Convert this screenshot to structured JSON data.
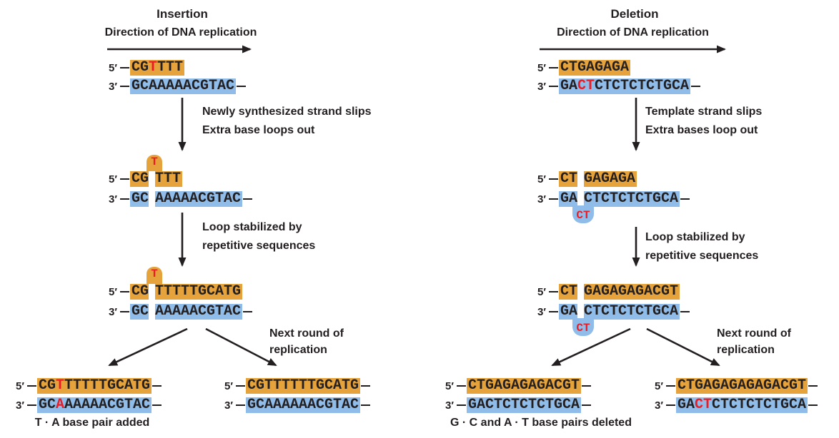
{
  "colors": {
    "orange": "#E6A33C",
    "blue": "#8FBCE8",
    "red": "#EC1C24",
    "ink": "#231F20"
  },
  "insertion": {
    "title": "Insertion",
    "direction": "Direction of DNA replication",
    "step1": {
      "top": {
        "end": "5′",
        "strand": "orange",
        "seq": "CGtTTT",
        "dashRight": false
      },
      "bottom": {
        "end": "3′",
        "strand": "blue",
        "seq": "GCAAAAACGTAC",
        "dashRight": true
      }
    },
    "arrow1": [
      "Newly synthesized strand slips",
      "Extra base loops out"
    ],
    "step2": {
      "loop": "T",
      "top": {
        "end": "5′",
        "strand": "orange",
        "seq": "CG TTT",
        "dashRight": false
      },
      "bottom": {
        "end": "3′",
        "strand": "blue",
        "seq": "GC AAAAACGTAC",
        "dashRight": true
      }
    },
    "arrow2": [
      "Loop stabilized by",
      "repetitive sequences"
    ],
    "step3": {
      "loop": "T",
      "top": {
        "end": "5′",
        "strand": "orange",
        "seq": "CG TTTTTGCATG",
        "dashRight": false
      },
      "bottom": {
        "end": "3′",
        "strand": "blue",
        "seq": "GC AAAAACGTAC",
        "dashRight": true
      }
    },
    "branch": [
      "Next round of",
      "replication"
    ],
    "product_left": {
      "top": {
        "end": "5′",
        "strand": "orange",
        "seq": "CGtTTTTTGCATG",
        "dashRight": true
      },
      "bottom": {
        "end": "3′",
        "strand": "blue",
        "seq": "GCaAAAAACGTAC",
        "dashRight": true
      }
    },
    "product_right": {
      "top": {
        "end": "5′",
        "strand": "orange",
        "seq": "CGTTTTTTGCATG",
        "dashRight": true
      },
      "bottom": {
        "end": "3′",
        "strand": "blue",
        "seq": "GCAAAAAACGTAC",
        "dashRight": true
      }
    },
    "caption": "T · A base pair added"
  },
  "deletion": {
    "title": "Deletion",
    "direction": "Direction of DNA replication",
    "step1": {
      "top": {
        "end": "5′",
        "strand": "orange",
        "seq": "CTGAGAGA",
        "dashRight": false
      },
      "bottom": {
        "end": "3′",
        "strand": "blue",
        "seq": "GActCTCTCTCTGCA",
        "dashRight": true
      }
    },
    "arrow1": [
      "Template strand slips",
      "Extra bases loop out"
    ],
    "step2": {
      "loop": "CT",
      "top": {
        "end": "5′",
        "strand": "orange",
        "seq": "CT GAGAGA",
        "dashRight": false
      },
      "bottom": {
        "end": "3′",
        "strand": "blue",
        "seq": "GA CTCTCTCTGCA",
        "dashRight": true
      }
    },
    "arrow2": [
      "Loop stabilized by",
      "repetitive sequences"
    ],
    "step3": {
      "loop": "CT",
      "top": {
        "end": "5′",
        "strand": "orange",
        "seq": "CT GAGAGAGACGT",
        "dashRight": false
      },
      "bottom": {
        "end": "3′",
        "strand": "blue",
        "seq": "GA CTCTCTCTGCA",
        "dashRight": true
      }
    },
    "branch": [
      "Next round of",
      "replication"
    ],
    "product_left": {
      "top": {
        "end": "5′",
        "strand": "orange",
        "seq": "CTGAGAGAGACGT",
        "dashRight": true
      },
      "bottom": {
        "end": "3′",
        "strand": "blue",
        "seq": "GACTCTCTCTGCA",
        "dashRight": true
      }
    },
    "product_right": {
      "top": {
        "end": "5′",
        "strand": "orange",
        "seq": "CTGAGAGAGAGACGT",
        "dashRight": true
      },
      "bottom": {
        "end": "3′",
        "strand": "blue",
        "seq": "GActCTCTCTCTGCA",
        "dashRight": true
      }
    },
    "caption": "G · C and A · T base pairs deleted"
  }
}
